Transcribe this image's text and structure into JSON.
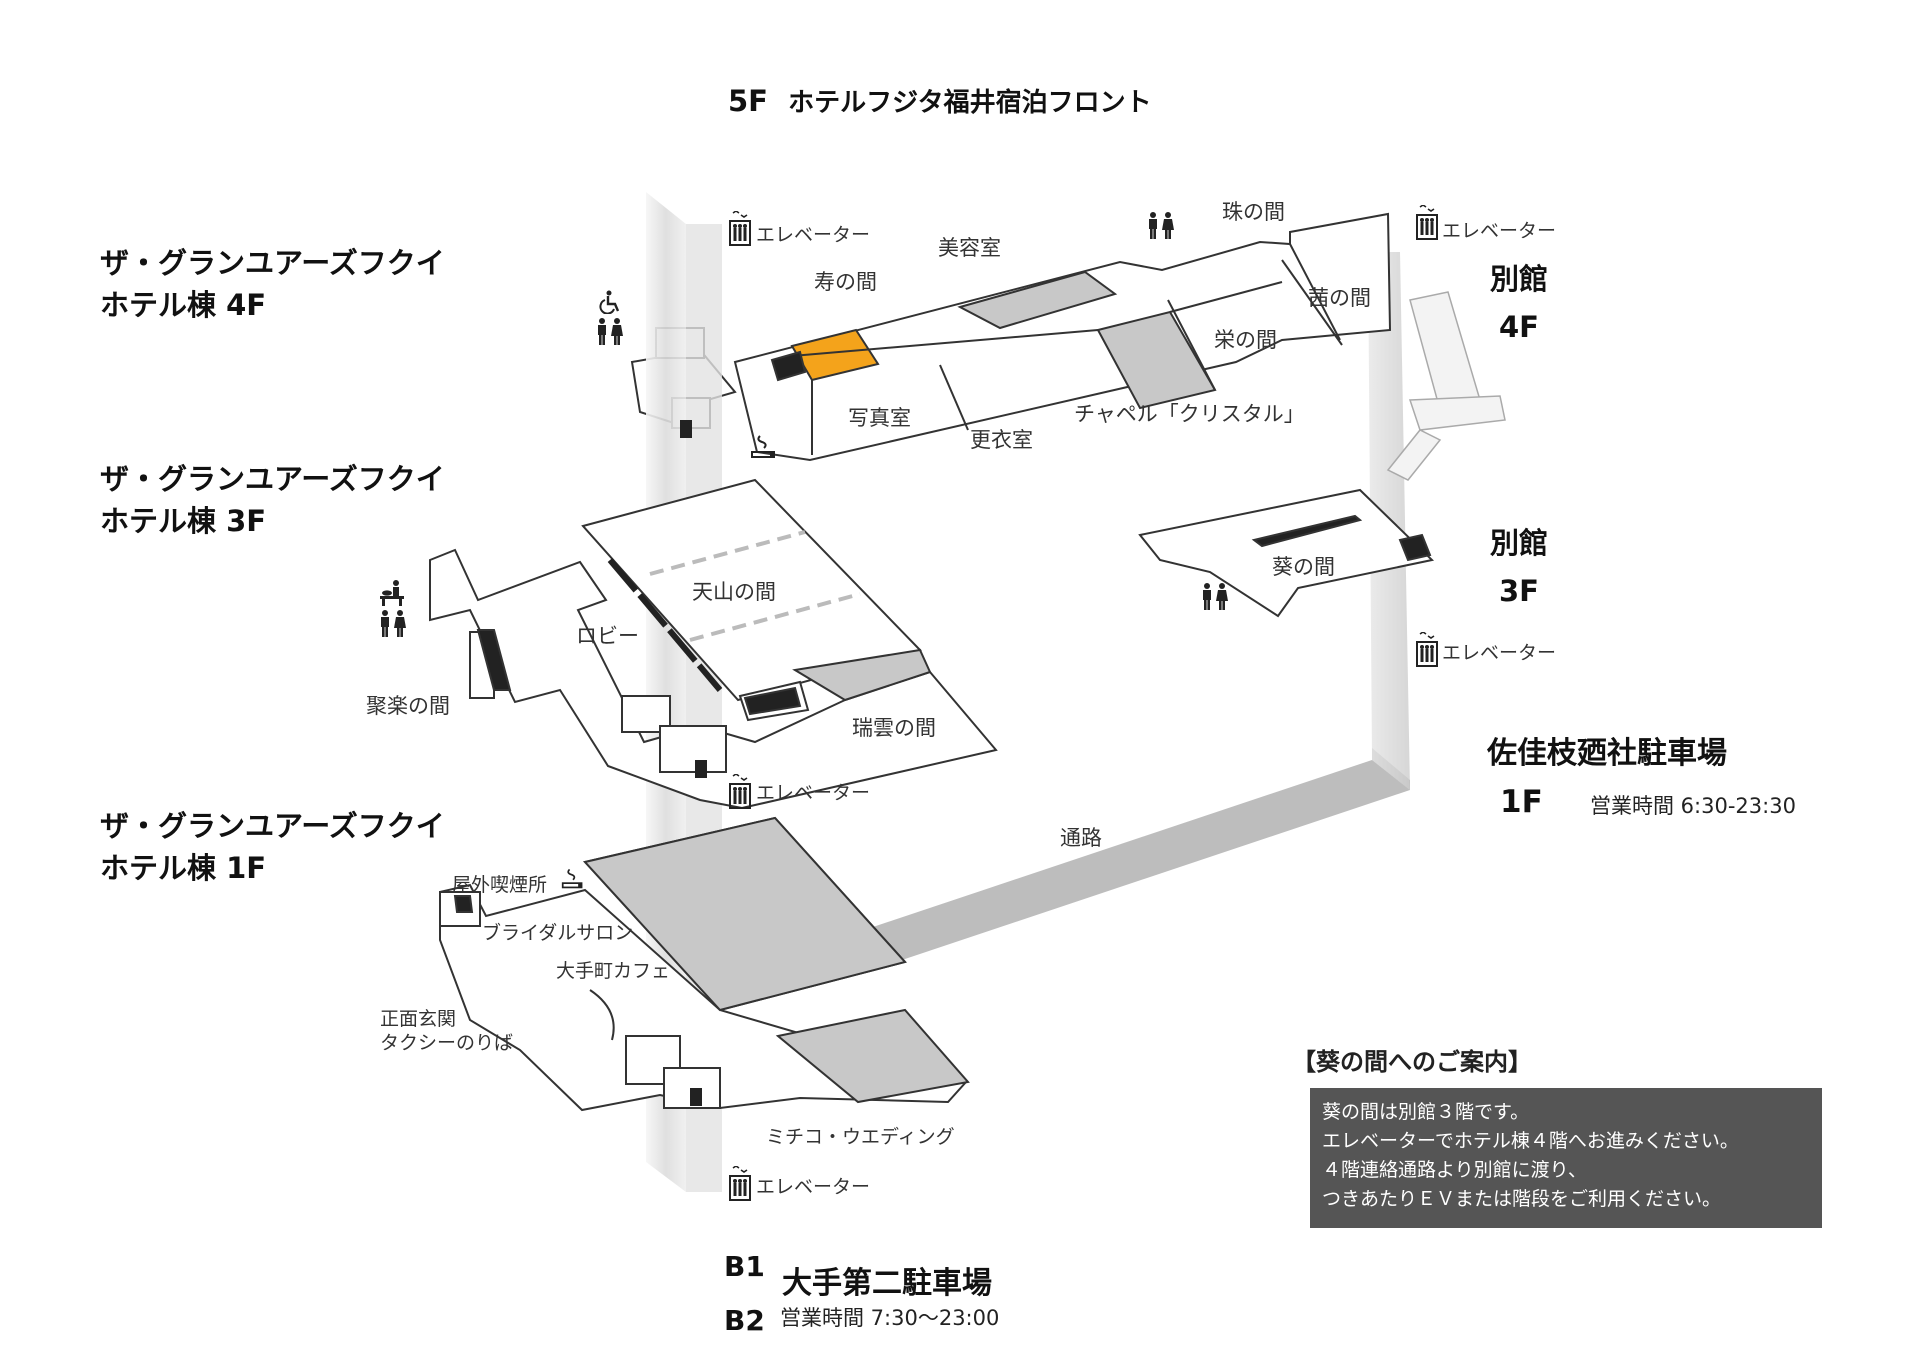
{
  "header": {
    "floor": "5F",
    "title": "ホテルフジタ福井宿泊フロント"
  },
  "wings": {
    "f4": {
      "line1": "ザ・グランユアーズフクイ",
      "line2": "ホテル棟 4F"
    },
    "f3": {
      "line1": "ザ・グランユアーズフクイ",
      "line2": "ホテル棟 3F"
    },
    "f1": {
      "line1": "ザ・グランユアーズフクイ",
      "line2": "ホテル棟 1F"
    }
  },
  "annex": {
    "f4": {
      "name": "別館",
      "floor": "4F"
    },
    "f3": {
      "name": "別館",
      "floor": "3F"
    }
  },
  "parking_north": {
    "name": "佐佳枝廼社駐車場",
    "floor": "1F",
    "hours": "営業時間  6:30-23:30"
  },
  "parking_south": {
    "b1": "B1",
    "b2": "B2",
    "name": "大手第二駐車場",
    "hours": "営業時間  7:30〜23:00"
  },
  "rooms": {
    "kotobuki": "寿の間",
    "biyoushitsu": "美容室",
    "shashinshitsu": "写真室",
    "kouishitsu": "更衣室",
    "chapel": "チャペル「クリスタル」",
    "tama": "珠の間",
    "akane": "茜の間",
    "sakae": "栄の間",
    "aoi": "葵の間",
    "tenzan": "天山の間",
    "lobby": "ロビー",
    "zuiun": "瑞雲の間",
    "juraku": "聚楽の間",
    "tsuro": "通路",
    "smoking": "屋外喫煙所",
    "bridal": "ブライダルサロン",
    "cafe": "大手町カフェ",
    "entrance1": "正面玄関",
    "entrance2": "タクシーのりば",
    "michiko": "ミチコ・ウエディング"
  },
  "elevator_label": "エレベーター",
  "elevators": {
    "e1": "エレベーター",
    "e2": "エレベーター",
    "e3": "エレベーター",
    "e4": "エレベーター",
    "e5": "エレベーター"
  },
  "guide": {
    "title": "【葵の間へのご案内】",
    "lines": [
      "葵の間は別館３階です。",
      "エレベーターでホテル棟４階へお進みください。",
      "４階連絡通路より別館に渡り、",
      "つきあたりＥＶまたは階段をご利用ください。"
    ]
  },
  "colors": {
    "highlight": "#f4a31b",
    "shaded_area": "#c8c8c8",
    "guide_bg": "#555555",
    "elevator_shaft": "#e6e6e6"
  },
  "icons": [
    "elevator-icon",
    "restroom-icon",
    "wheelchair-icon",
    "smoking-icon",
    "baby-care-icon"
  ]
}
